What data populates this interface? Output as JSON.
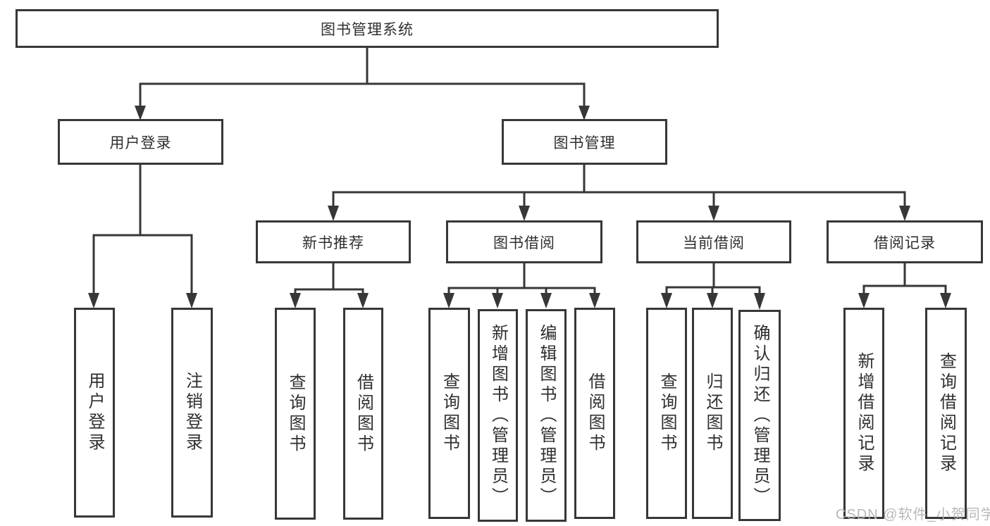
{
  "diagram": {
    "watermark": "CSDN @软件_小贺同学",
    "colors": {
      "line": "#373737",
      "text": "#2f2f2f",
      "watermark": "#b3b3b3",
      "background": "#ffffff"
    },
    "nodes": {
      "root": {
        "label": "图书管理系统"
      },
      "user_login": {
        "label": "用户登录"
      },
      "book_mgmt": {
        "label": "图书管理"
      },
      "new_book": {
        "label": "新书推荐"
      },
      "borrow": {
        "label": "图书借阅"
      },
      "current": {
        "label": "当前借阅"
      },
      "record": {
        "label": "借阅记录"
      },
      "leaf_user_login": {
        "label": "用户登录"
      },
      "leaf_logout": {
        "label": "注销登录"
      },
      "leaf_nb_query": {
        "label": "查询图书"
      },
      "leaf_nb_borrow": {
        "label": "借阅图书"
      },
      "leaf_bb_query": {
        "label": "查询图书"
      },
      "leaf_bb_add": {
        "label": "新增图书（管理员）"
      },
      "leaf_bb_edit": {
        "label": "编辑图书（管理员）"
      },
      "leaf_bb_borrow": {
        "label": "借阅图书"
      },
      "leaf_cb_query": {
        "label": "查询图书"
      },
      "leaf_cb_return": {
        "label": "归还图书"
      },
      "leaf_cb_confirm": {
        "label": "确认归还（管理员）"
      },
      "leaf_br_add": {
        "label": "新增借阅记录"
      },
      "leaf_br_query": {
        "label": "查询借阅记录"
      }
    },
    "children": {
      "root": [
        "user_login",
        "book_mgmt"
      ],
      "user_login": [
        "leaf_user_login",
        "leaf_logout"
      ],
      "book_mgmt": [
        "new_book",
        "borrow",
        "current",
        "record"
      ],
      "new_book": [
        "leaf_nb_query",
        "leaf_nb_borrow"
      ],
      "borrow": [
        "leaf_bb_query",
        "leaf_bb_add",
        "leaf_bb_edit",
        "leaf_bb_borrow"
      ],
      "current": [
        "leaf_cb_query",
        "leaf_cb_return",
        "leaf_cb_confirm"
      ],
      "record": [
        "leaf_br_add",
        "leaf_br_query"
      ]
    }
  }
}
